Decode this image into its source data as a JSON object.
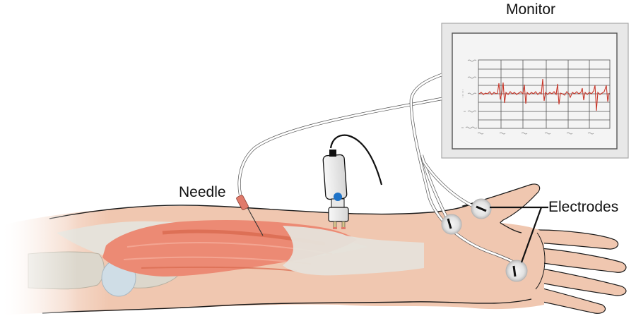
{
  "labels": {
    "monitor": "Monitor",
    "needle": "Needle",
    "electrodes": "Electrodes"
  },
  "colors": {
    "skin": "#f0c7b0",
    "skin_outline": "#1a1a1a",
    "muscle": "#ec8a74",
    "muscle_dark": "#d9694f",
    "tendon": "#e6e2da",
    "bone": "#dcd7cc",
    "joint": "#cfdde6",
    "monitor_frame": "#e8e8e8",
    "monitor_screen": "#f4f4f4",
    "grid": "#444444",
    "signal": "#c8372a",
    "needle_hub": "#e07a6a",
    "probe_button": "#1e73c8",
    "cable": "#ffffff"
  },
  "monitor": {
    "icon": "emg-waveform-display",
    "y_ticks": [
      "~~",
      "~~",
      "~~",
      "-~~",
      "-~~~"
    ],
    "x_ticks": [
      "~~",
      "~~",
      "~~",
      "~~",
      "~~",
      "~~"
    ],
    "y_axis_label": "~~~"
  },
  "devices": [
    {
      "name": "needle-electrode",
      "icon": "needle-icon"
    },
    {
      "name": "surface-stimulator-probe",
      "icon": "probe-icon"
    },
    {
      "name": "surface-electrode-1",
      "icon": "electrode-icon"
    },
    {
      "name": "surface-electrode-2",
      "icon": "electrode-icon"
    },
    {
      "name": "surface-electrode-3",
      "icon": "electrode-icon"
    }
  ]
}
